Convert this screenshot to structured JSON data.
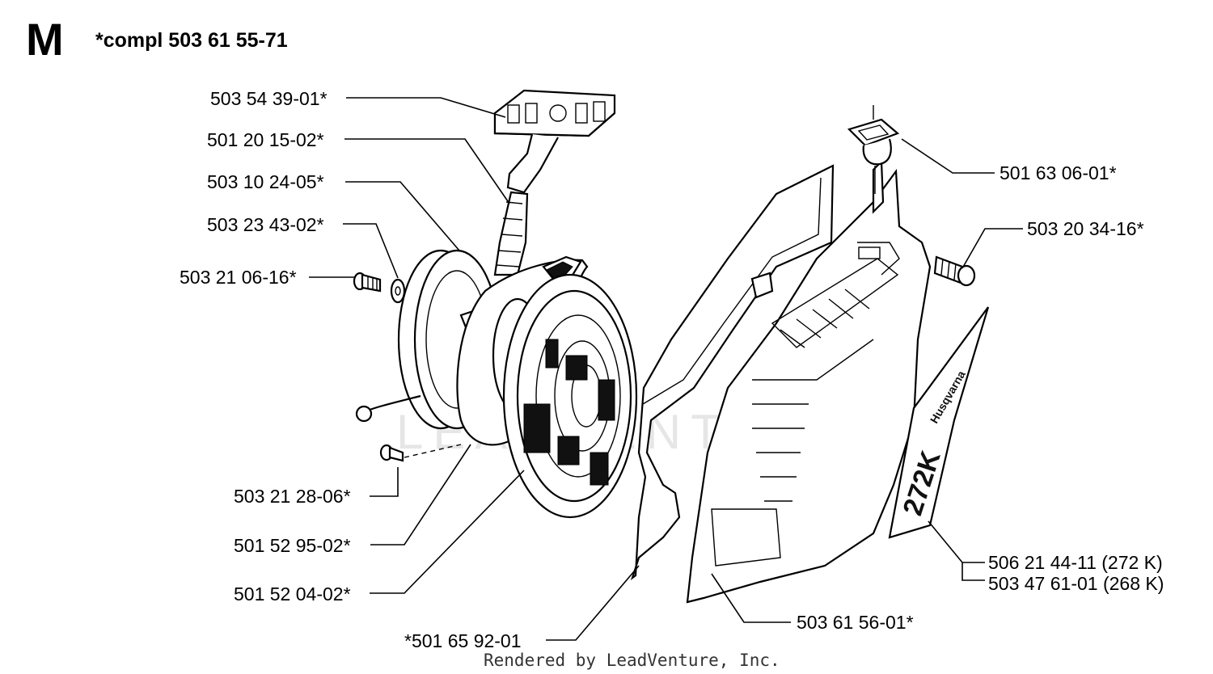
{
  "diagram": {
    "section_letter": "M",
    "assembly_label": "*compl 503 61 55-71",
    "watermark": "LEADVENTURE",
    "decal_brand": "Husqvarna",
    "decal_model": "272K",
    "footer": "Rendered by LeadVenture, Inc.",
    "labels": [
      {
        "id": "handle",
        "text": "503 54 39-01*"
      },
      {
        "id": "cord",
        "text": "501 20 15-02*"
      },
      {
        "id": "pulley",
        "text": "503 10 24-05*"
      },
      {
        "id": "washer",
        "text": "503 23 43-02*"
      },
      {
        "id": "center-screw",
        "text": "503 21 06-16*"
      },
      {
        "id": "spring-screw",
        "text": "503 21 28-06*"
      },
      {
        "id": "spring-cassette",
        "text": "501 52 95-02*"
      },
      {
        "id": "spring",
        "text": "501 52 04-02*"
      },
      {
        "id": "gasket",
        "text": "*501 65 92-01"
      },
      {
        "id": "grommet",
        "text": "501 63 06-01*"
      },
      {
        "id": "cover-screw",
        "text": "503 20 34-16*"
      },
      {
        "id": "decal-272",
        "text": "506 21 44-11 (272 K)"
      },
      {
        "id": "decal-268",
        "text": "503 47 61-01 (268 K)"
      },
      {
        "id": "starter-cover",
        "text": "503 61 56-01*"
      }
    ]
  }
}
